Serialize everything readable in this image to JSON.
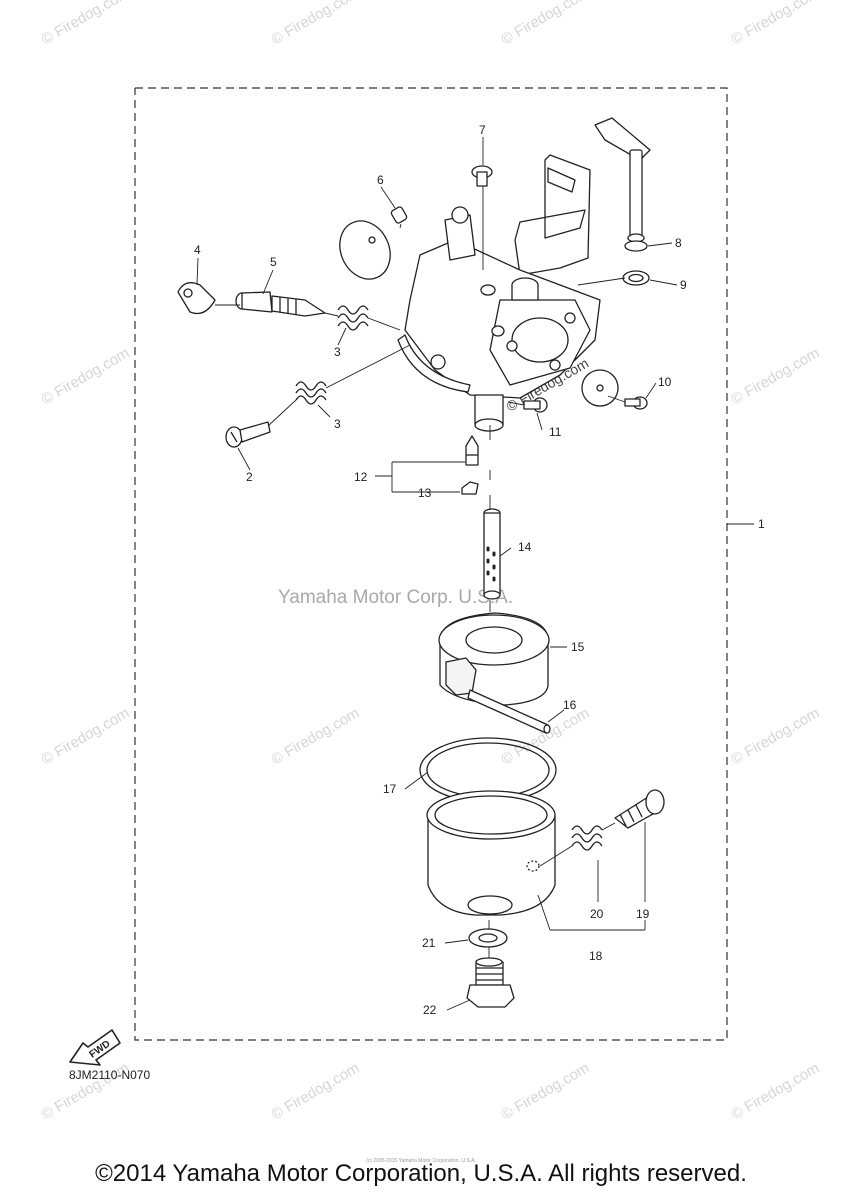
{
  "callouts": [
    "1",
    "2",
    "3",
    "3",
    "4",
    "5",
    "6",
    "7",
    "8",
    "9",
    "10",
    "11",
    "12",
    "13",
    "14",
    "15",
    "16",
    "17",
    "18",
    "19",
    "20",
    "21",
    "22"
  ],
  "watermark": "© Firedog.com",
  "center_watermark": "Yamaha Motor Corp. U.S.A.",
  "fwd_label": "FWD",
  "diagram_code": "8JM2110-N070",
  "fine_print": "(c) 2005-2015 Yamaha Motor Corporation, U.S.A.",
  "copyright": "©2014 Yamaha Motor Corporation, U.S.A. All rights reserved."
}
